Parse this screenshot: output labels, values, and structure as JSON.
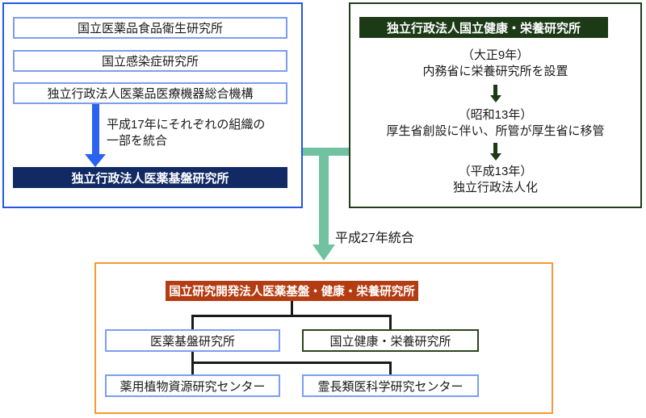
{
  "colors": {
    "blue_border": "#2457e6",
    "light_blue_border": "#7d9df1",
    "navy_fill": "#112a63",
    "arrow_blue": "#2b63f0",
    "dark_green_fill": "#1d3a17",
    "dark_green_border": "#203c18",
    "teal_arrow": "#70c2a0",
    "orange_border": "#f79a31",
    "red_fill": "#b43c12",
    "connector_black": "#1a1a1a"
  },
  "left_panel": {
    "boxes": [
      "国立医薬品食品衛生研究所",
      "国立感染症研究所",
      "独立行政法人医薬品医療機器総合機構"
    ],
    "merge_note_line1": "平成17年にそれぞれの組織の",
    "merge_note_line2": "一部を統合",
    "result_box": "独立行政法人医薬基盤研究所"
  },
  "right_panel": {
    "header": "独立行政法人国立健康・栄養研究所",
    "steps": [
      {
        "era": "（大正9年）",
        "desc": "内務省に栄養研究所を設置"
      },
      {
        "era": "（昭和13年）",
        "desc": "厚生省創設に伴い、所管が厚生省に移管"
      },
      {
        "era": "（平成13年）",
        "desc": "独立行政法人化"
      }
    ]
  },
  "merge_label": "平成27年統合",
  "bottom_panel": {
    "header": "国立研究開発法人医薬基盤・健康・栄養研究所",
    "children": [
      "医薬基盤研究所",
      "国立健康・栄養研究所"
    ],
    "grandchildren": [
      "薬用植物資源研究センター",
      "霊長類医科学研究センター"
    ]
  }
}
